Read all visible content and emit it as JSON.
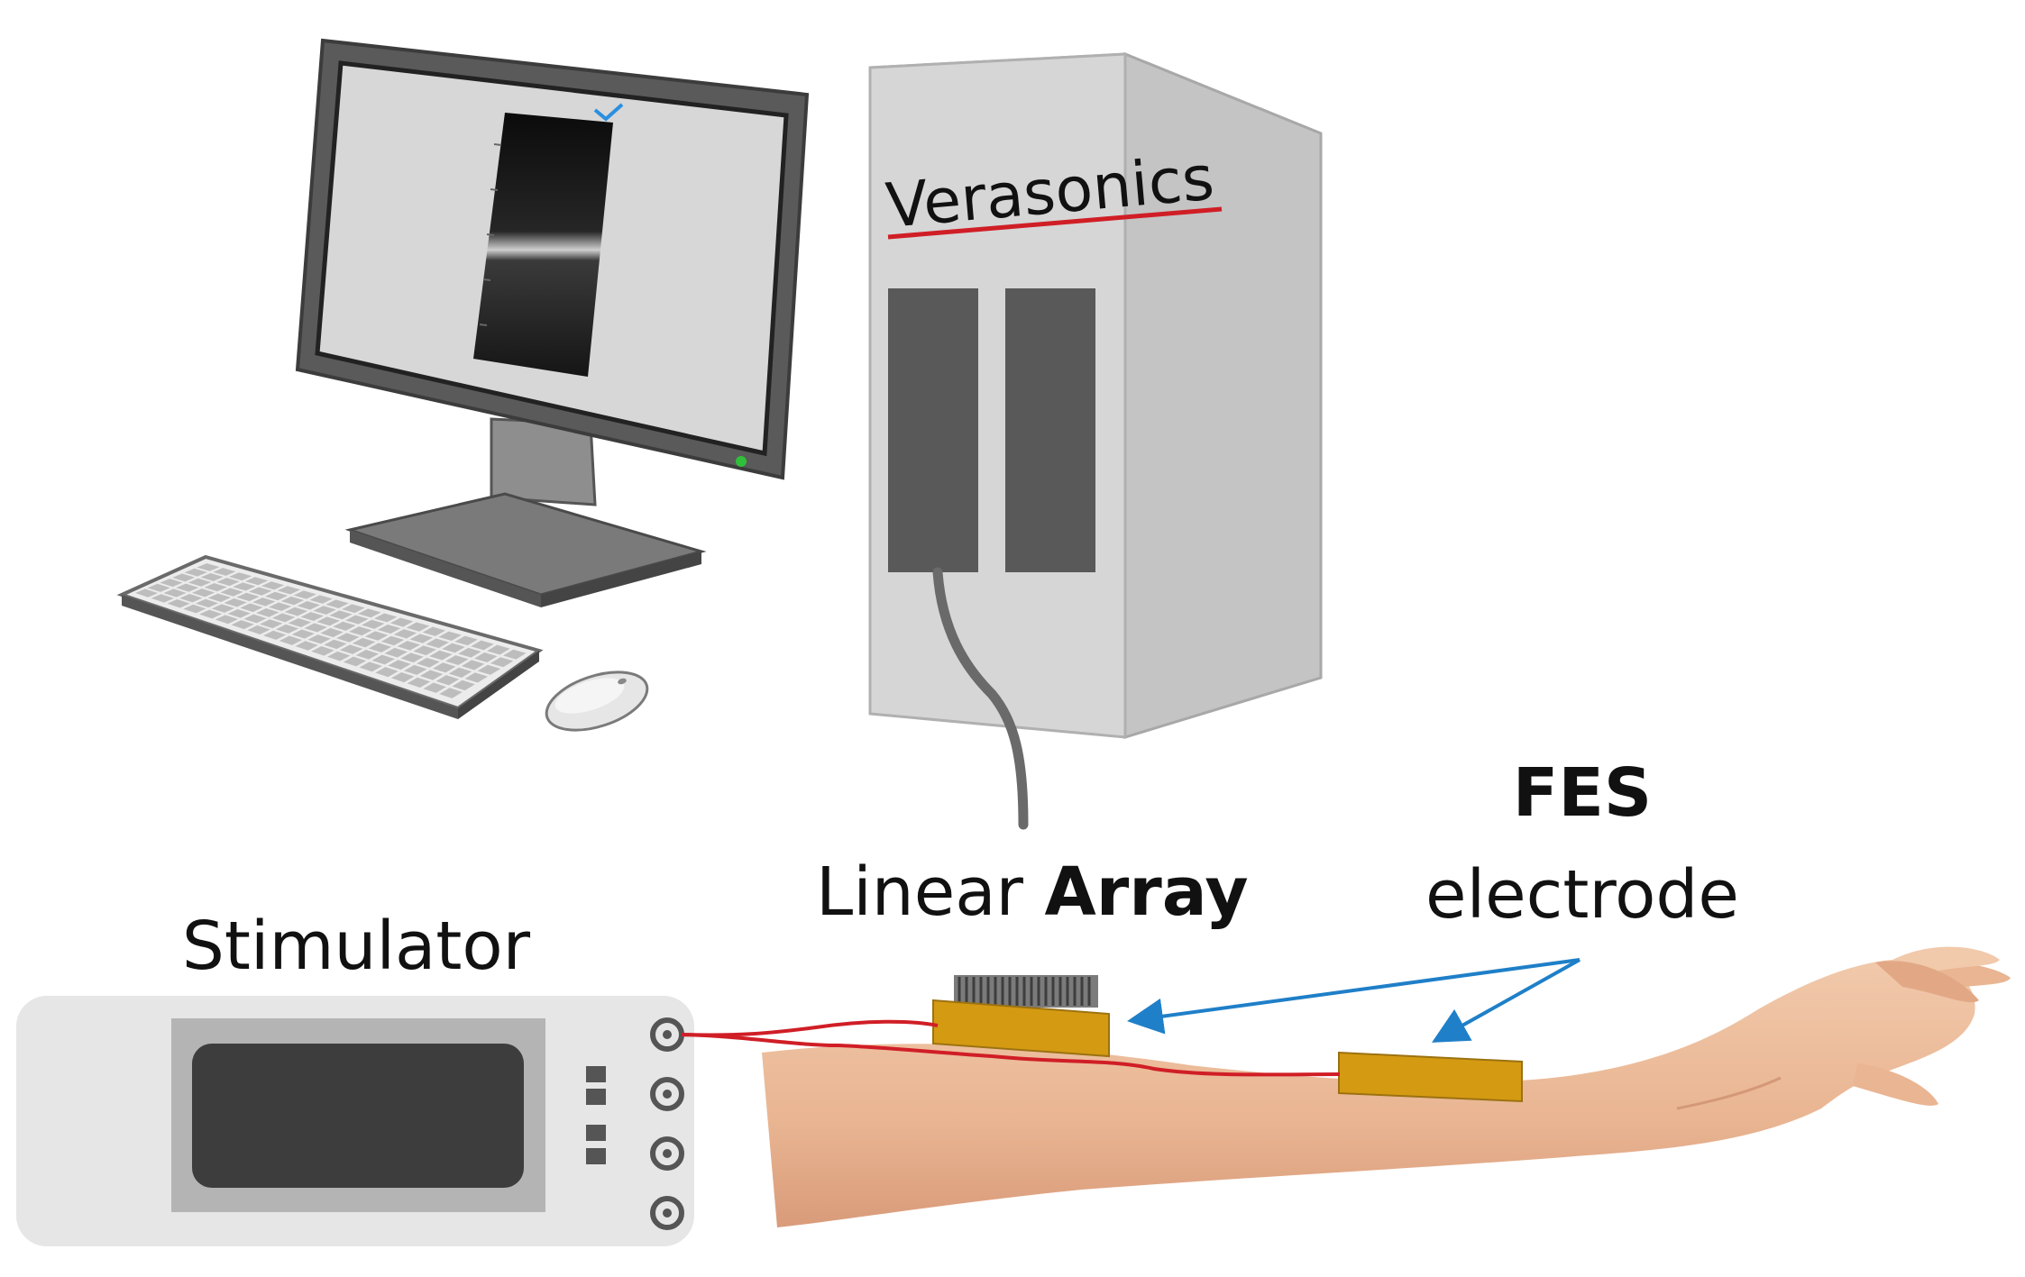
{
  "labels": {
    "verasonics": "Verasonics",
    "stimulator": "Stimulator",
    "linear_array_part1": "Linear ",
    "linear_array_part2": "Array",
    "fes_line1": "FES",
    "fes_line2": "electrode"
  },
  "colors": {
    "wire": "#d01e26",
    "arrow": "#1f7fc8",
    "electrode": "#d49a12",
    "tower": "#d3d3d3",
    "monitor": "#5a5a5a",
    "skin": "#efc3a3"
  },
  "icons": {
    "monitor": "computer-monitor-icon",
    "keyboard": "keyboard-icon",
    "mouse": "mouse-icon",
    "tower": "ultrasound-system-tower-icon",
    "stimulator": "stimulator-device-icon",
    "arm": "forearm-icon"
  }
}
